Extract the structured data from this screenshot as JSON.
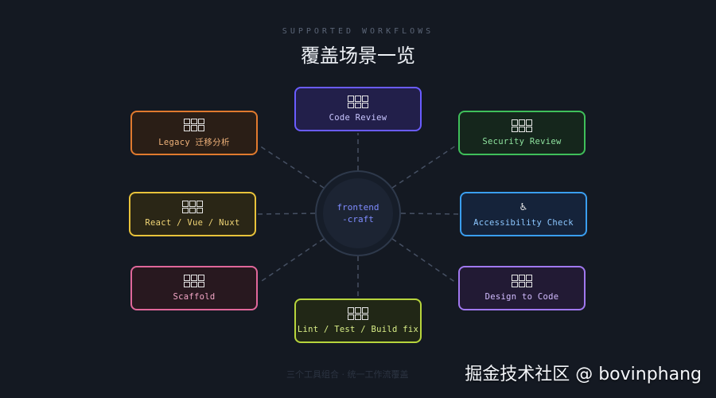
{
  "header": {
    "eyebrow": "SUPPORTED WORKFLOWS",
    "title": "覆盖场景一览"
  },
  "hub": {
    "label": "frontend\n-craft",
    "line1": "frontend",
    "line2": "-craft"
  },
  "nodes": [
    {
      "id": "code-review",
      "label": "Code Review",
      "color": "#6a5cff",
      "fill": "#221f4a",
      "text": "#c9c6ff",
      "icon": "grid-icon"
    },
    {
      "id": "legacy",
      "label": "Legacy 迁移分析",
      "color": "#e07a2e",
      "fill": "#2a1e16",
      "text": "#f0b27a",
      "icon": "grid-icon"
    },
    {
      "id": "security-review",
      "label": "Security Review",
      "color": "#3fbf5a",
      "fill": "#15261c",
      "text": "#8fe39f",
      "icon": "grid-icon"
    },
    {
      "id": "react-vue-nuxt",
      "label": "React / Vue / Nuxt",
      "color": "#e8c23a",
      "fill": "#2a2616",
      "text": "#f2d676",
      "icon": "grid-icon"
    },
    {
      "id": "accessibility-check",
      "label": "Accessibility Check",
      "color": "#3a9ef0",
      "fill": "#15233a",
      "text": "#8cc7ff",
      "icon": "wheelchair-icon"
    },
    {
      "id": "scaffold",
      "label": "Scaffold",
      "color": "#e0679a",
      "fill": "#28181f",
      "text": "#f3a6c6",
      "icon": "grid-icon"
    },
    {
      "id": "lint-test-build",
      "label": "Lint / Test / Build fix",
      "color": "#b7d43c",
      "fill": "#212716",
      "text": "#d9ee87",
      "icon": "grid-icon"
    },
    {
      "id": "design-to-code",
      "label": "Design to Code",
      "color": "#a078ef",
      "fill": "#221a34",
      "text": "#d2bcff",
      "icon": "grid-icon"
    }
  ],
  "footer": {
    "faint_text": "三个工具组合 · 统一工作流覆盖",
    "watermark": "掘金技术社区 @ bovinphang"
  },
  "colors": {
    "background": "#141922",
    "hub_text": "#7f8cff",
    "connector": "#465063"
  }
}
